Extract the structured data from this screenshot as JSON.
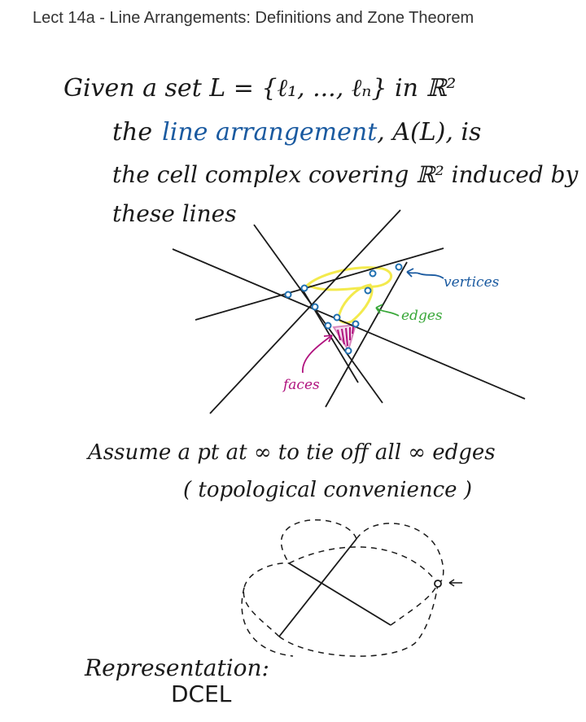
{
  "page": {
    "title": "Lect 14a - Line Arrangements: Definitions and Zone Theorem"
  },
  "notes": {
    "line1": "Given a set L = {ℓ₁, ..., ℓₙ} in ℝ²",
    "line2_pre": "the",
    "line2_term": "line arrangement",
    "line2_post": ", A(L), is",
    "line3": "the cell complex covering ℝ² induced by",
    "line4": "these lines",
    "assume": "Assume a pt at ∞ to tie off all ∞ edges",
    "convenience": "( topological convenience )",
    "representation": "Representation:",
    "dcel": "DCEL"
  },
  "labels": {
    "vertices": "vertices",
    "edges": "edges",
    "faces": "faces"
  },
  "colors": {
    "ink": "#1a1a1a",
    "blue": "#1a5aa0",
    "green": "#3aa83a",
    "magenta": "#b0127e",
    "yellow": "#f2e83a",
    "vertex": "#1f6fb0"
  }
}
